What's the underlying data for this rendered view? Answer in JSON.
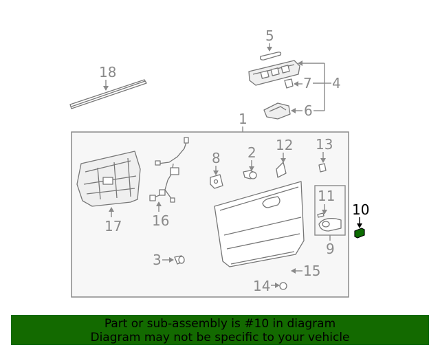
{
  "diagram": {
    "callouts": {
      "c1": "1",
      "c2": "2",
      "c3": "3",
      "c4": "4",
      "c5": "5",
      "c6": "6",
      "c7": "7",
      "c8": "8",
      "c9": "9",
      "c10": "10",
      "c11": "11",
      "c12": "12",
      "c13": "13",
      "c14": "14",
      "c15": "15",
      "c16": "16",
      "c17": "17",
      "c18": "18"
    },
    "highlighted_part": "10",
    "colors": {
      "highlight_part": "#0b6b00",
      "line": "#777777",
      "label": "#8a8a8a",
      "panel_fill": "#f7f7f7"
    }
  },
  "banner": {
    "line1": "Part or sub-assembly is #10 in diagram",
    "line2": "Diagram may not be specific to your vehicle",
    "background": "#136a00"
  }
}
